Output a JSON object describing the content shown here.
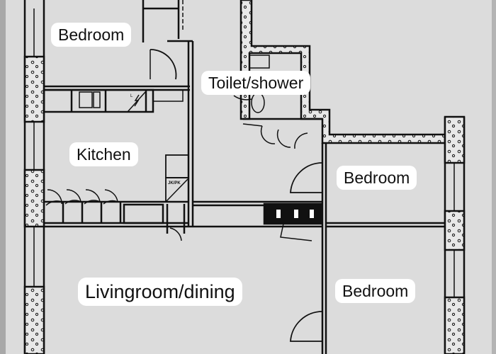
{
  "rooms": {
    "bedroom_top_left": "Bedroom",
    "toilet_shower": "Toilet/shower",
    "kitchen": "Kitchen",
    "bedroom_right_upper": "Bedroom",
    "living_dining": "Livingroom/dining",
    "bedroom_right_lower": "Bedroom"
  },
  "fixture_labels": {
    "kitchen_appliance": "L",
    "electrical_cabinet": "JK/PK"
  },
  "colors": {
    "background": "#dcdcdc",
    "walls": "#111111",
    "label_background": "#ffffff"
  }
}
